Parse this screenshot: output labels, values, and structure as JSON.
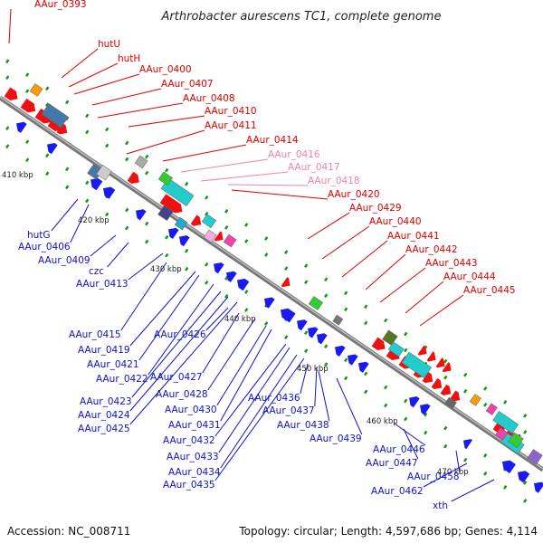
{
  "title": "Arthrobacter aurescens TC1, complete genome",
  "footer": {
    "accession": "Accession: NC_008711",
    "summary": "Topology: circular; Length: 4,597,686 bp; Genes: 4,114"
  },
  "colors": {
    "forward_gene": "#ee1111",
    "reverse_gene": "#1a1aee",
    "label_forward": "#dd0000",
    "label_reverse": "#1111cc",
    "label_pseudo": "#f080b0",
    "backbone": "#888888",
    "tick": "#119911"
  },
  "kbp_ticks": [
    "410 kbp",
    "420 kbp",
    "430 kbp",
    "440 kbp",
    "450 kbp",
    "460 kbp",
    "470 kbp"
  ],
  "forward_labels": [
    {
      "text": "AAur_0393",
      "type": "forward"
    },
    {
      "text": "hutU",
      "type": "forward"
    },
    {
      "text": "hutH",
      "type": "forward"
    },
    {
      "text": "AAur_0400",
      "type": "forward"
    },
    {
      "text": "AAur_0407",
      "type": "forward"
    },
    {
      "text": "AAur_0408",
      "type": "forward"
    },
    {
      "text": "AAur_0410",
      "type": "forward"
    },
    {
      "text": "AAur_0411",
      "type": "forward"
    },
    {
      "text": "AAur_0414",
      "type": "forward"
    },
    {
      "text": "AAur_0416",
      "type": "pseudo"
    },
    {
      "text": "AAur_0417",
      "type": "pseudo"
    },
    {
      "text": "AAur_0418",
      "type": "pseudo"
    },
    {
      "text": "AAur_0420",
      "type": "forward"
    },
    {
      "text": "AAur_0429",
      "type": "forward"
    },
    {
      "text": "AAur_0440",
      "type": "forward"
    },
    {
      "text": "AAur_0441",
      "type": "forward"
    },
    {
      "text": "AAur_0442",
      "type": "forward"
    },
    {
      "text": "AAur_0443",
      "type": "forward"
    },
    {
      "text": "AAur_0444",
      "type": "forward"
    },
    {
      "text": "AAur_0445",
      "type": "forward"
    }
  ],
  "reverse_labels": [
    {
      "text": "hutG"
    },
    {
      "text": "AAur_0406"
    },
    {
      "text": "AAur_0409"
    },
    {
      "text": "czc"
    },
    {
      "text": "AAur_0413"
    },
    {
      "text": "AAur_0415"
    },
    {
      "text": "AAur_0419"
    },
    {
      "text": "AAur_0421"
    },
    {
      "text": "AAur_0422"
    },
    {
      "text": "AAur_0423"
    },
    {
      "text": "AAur_0424"
    },
    {
      "text": "AAur_0425"
    },
    {
      "text": "AAur_0426"
    },
    {
      "text": "AAur_0427"
    },
    {
      "text": "AAur_0428"
    },
    {
      "text": "AAur_0430"
    },
    {
      "text": "AAur_0431"
    },
    {
      "text": "AAur_0432"
    },
    {
      "text": "AAur_0433"
    },
    {
      "text": "AAur_0434"
    },
    {
      "text": "AAur_0435"
    },
    {
      "text": "AAur_0436"
    },
    {
      "text": "AAur_0437"
    },
    {
      "text": "AAur_0438"
    },
    {
      "text": "AAur_0439"
    },
    {
      "text": "AAur_0446"
    },
    {
      "text": "AAur_0447"
    },
    {
      "text": "AAur_0458"
    },
    {
      "text": "AAur_0462"
    },
    {
      "text": "xth"
    }
  ]
}
